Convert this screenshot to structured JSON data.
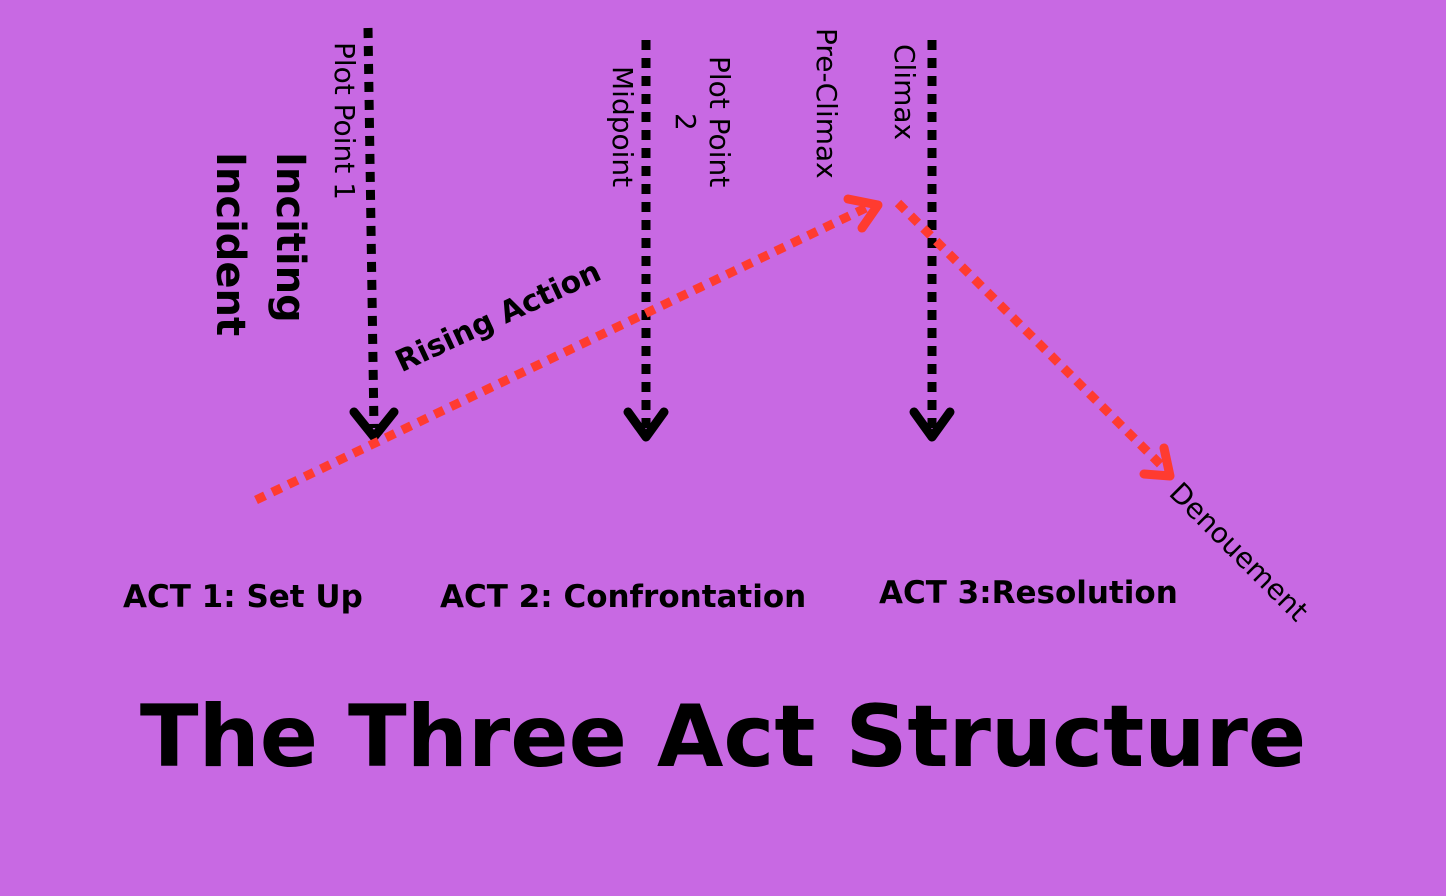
{
  "title": "The Three Act Structure",
  "acts": [
    "ACT 1: Set Up",
    "ACT 2: Confrontation",
    "ACT 3:Resolution"
  ],
  "labels": {
    "inciting_incident_line1": "Inciting",
    "inciting_incident_line2": "Incident",
    "plot_point_1": "Plot Point 1",
    "midpoint": "Midpoint",
    "plot_point_2_line1": "Plot Point",
    "plot_point_2_line2": "2",
    "pre_climax": "Pre-Climax",
    "climax": "Climax",
    "rising_action": "Rising Action",
    "denouement": "Denouement"
  },
  "colors": {
    "background": "#c869e3",
    "marker_arrows": "#000000",
    "story_arc": "#ff3b30"
  }
}
